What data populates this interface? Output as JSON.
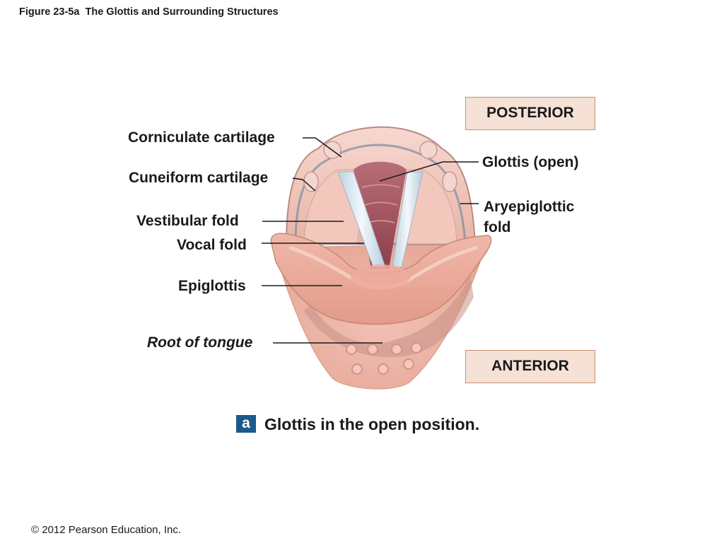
{
  "figure": {
    "title": "Figure 23-5a  The Glottis and Surrounding Structures"
  },
  "orientation": {
    "posterior": "POSTERIOR",
    "anterior": "ANTERIOR"
  },
  "labels": {
    "corniculate_cartilage": "Corniculate cartilage",
    "cuneiform_cartilage": "Cuneiform cartilage",
    "vestibular_fold": "Vestibular fold",
    "vocal_fold": "Vocal fold",
    "epiglottis": "Epiglottis",
    "root_of_tongue": "Root of tongue",
    "glottis_open": "Glottis (open)",
    "aryepiglottic_fold_line1": "Aryepiglottic",
    "aryepiglottic_fold_line2": "fold"
  },
  "caption": {
    "badge": "a",
    "text": "Glottis in the open position."
  },
  "footer": {
    "copyright": "© 2012 Pearson Education, Inc."
  },
  "colors": {
    "badge_bg": "#1b5a8a",
    "orientation_box_bg": "#f5e1d6",
    "orientation_box_border": "#c98f6f",
    "tissue_pink": "#eab1a6",
    "vocal_fold_white": "#e9f1f6"
  }
}
